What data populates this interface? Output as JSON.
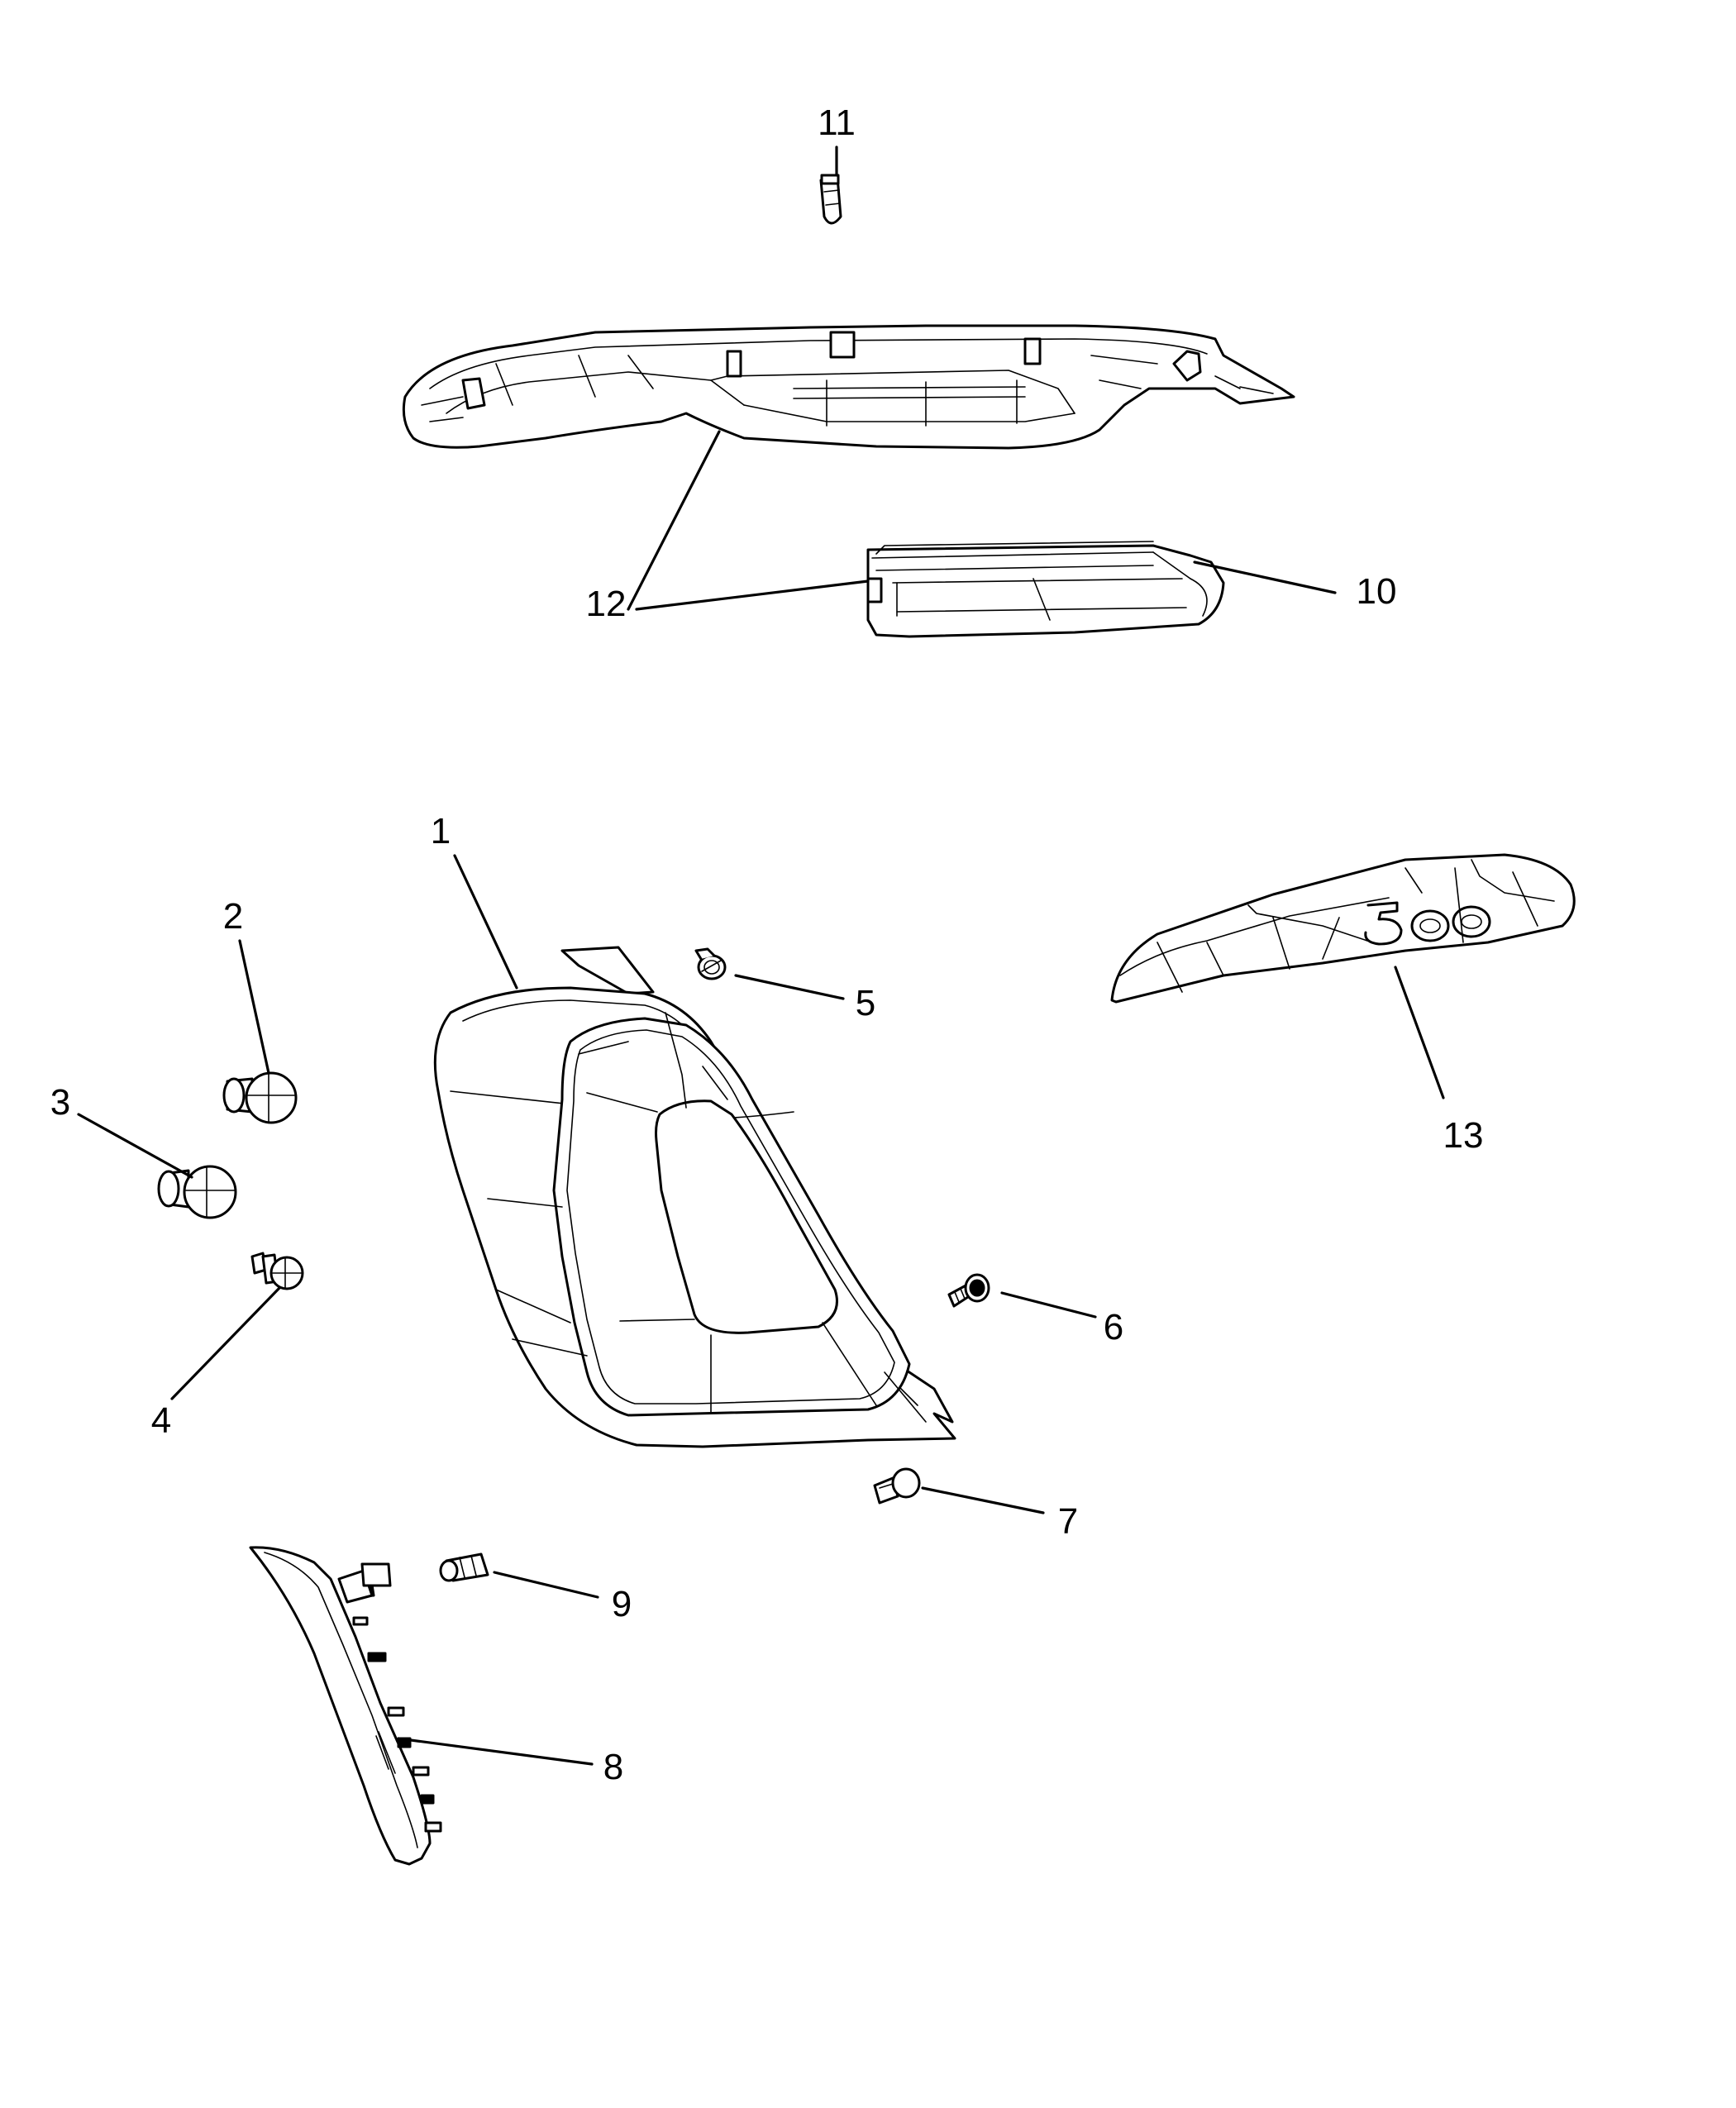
{
  "diagram": {
    "callouts": [
      {
        "id": "1",
        "label": "1"
      },
      {
        "id": "2",
        "label": "2"
      },
      {
        "id": "3",
        "label": "3"
      },
      {
        "id": "4",
        "label": "4"
      },
      {
        "id": "5",
        "label": "5"
      },
      {
        "id": "6",
        "label": "6"
      },
      {
        "id": "7",
        "label": "7"
      },
      {
        "id": "8",
        "label": "8"
      },
      {
        "id": "9",
        "label": "9"
      },
      {
        "id": "10",
        "label": "10"
      },
      {
        "id": "11",
        "label": "11"
      },
      {
        "id": "12a",
        "label": "12"
      },
      {
        "id": "13",
        "label": "13"
      }
    ],
    "colors": {
      "line": "#000000",
      "background": "#ffffff"
    }
  }
}
